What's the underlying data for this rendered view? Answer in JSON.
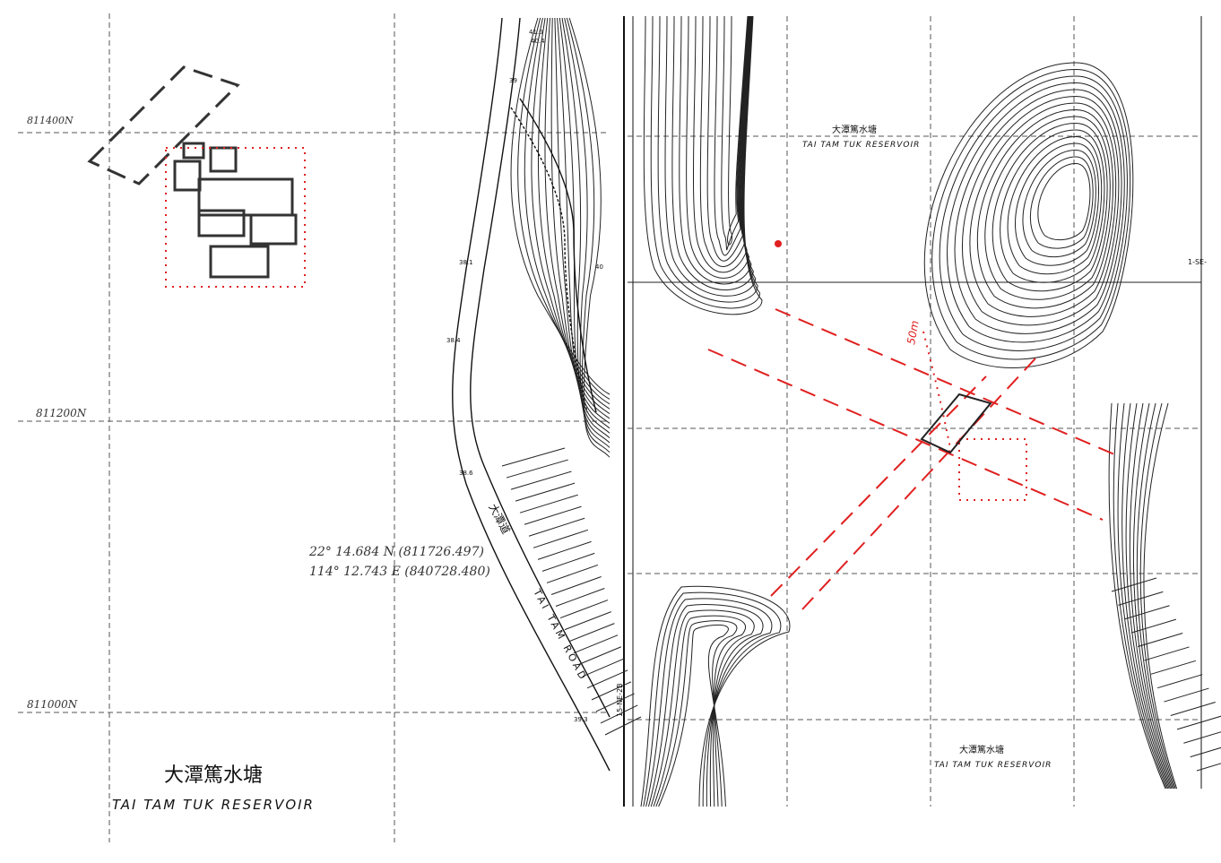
{
  "left_sheet": {
    "reservoir_cn": "大潭篤水塘",
    "reservoir_en": "TAI TAM TUK RESERVOIR",
    "road_cn": "大潭道",
    "road_en": "TAI TAM ROAD",
    "grid_labels": [
      "811400N",
      "811200N",
      "811000N"
    ],
    "spot_heights": [
      "41.0",
      "40.4",
      "39",
      "38.1",
      "38.4",
      "38.6",
      "39.3",
      "40"
    ],
    "coord_lat": "22° 14.684 N  (811726.497)",
    "coord_lon": "114° 12.743 E  (840728.480)"
  },
  "right_sheet": {
    "sheet_label": "15-NE-2B",
    "sheet_ref": "1-SE-",
    "reservoir_top_cn": "大潭篤水塘",
    "reservoir_top_en": "TAI TAM TUK RESERVOIR",
    "reservoir_bottom_cn": "大潭篤水塘",
    "reservoir_bottom_en": "TAI TAM TUK RESERVOIR",
    "annotation_distance": "50m"
  },
  "colors": {
    "markup": "#e02020",
    "ink": "#111111",
    "paper": "#ffffff"
  }
}
